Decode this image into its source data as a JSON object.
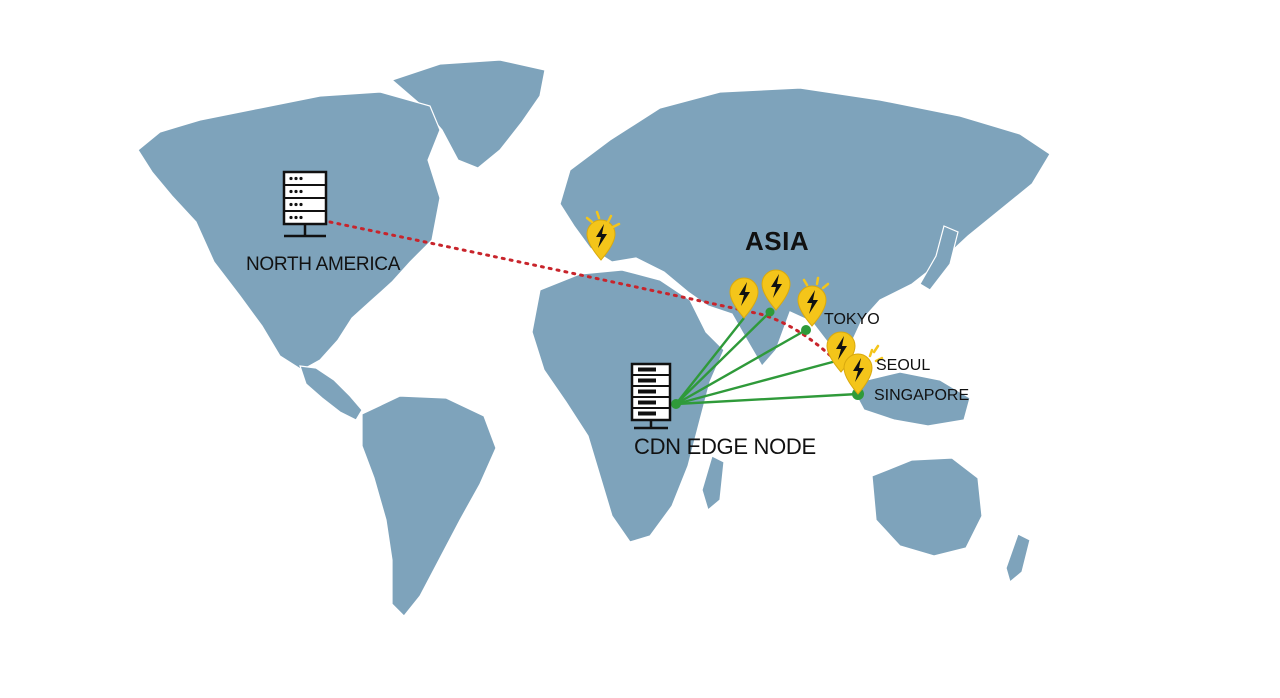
{
  "labels": {
    "origin": "NORTH AMERICA",
    "region": "ASIA",
    "edge": "CDN EDGE NODE",
    "city_tokyo": "TOKYO",
    "city_seoul": "SEOUL",
    "city_singapore": "SINGAPORE"
  },
  "colors": {
    "land": "#7ea3bb",
    "background": "#ffffff",
    "long_route": "#c8242b",
    "edge_links": "#2f9a3a",
    "pin_fill": "#f4c51a",
    "pin_bolt": "#111111"
  },
  "icons": {
    "origin_server": "server-rack-icon",
    "edge_server": "server-rack-icon",
    "pins": "lightning-map-pin-icon"
  }
}
